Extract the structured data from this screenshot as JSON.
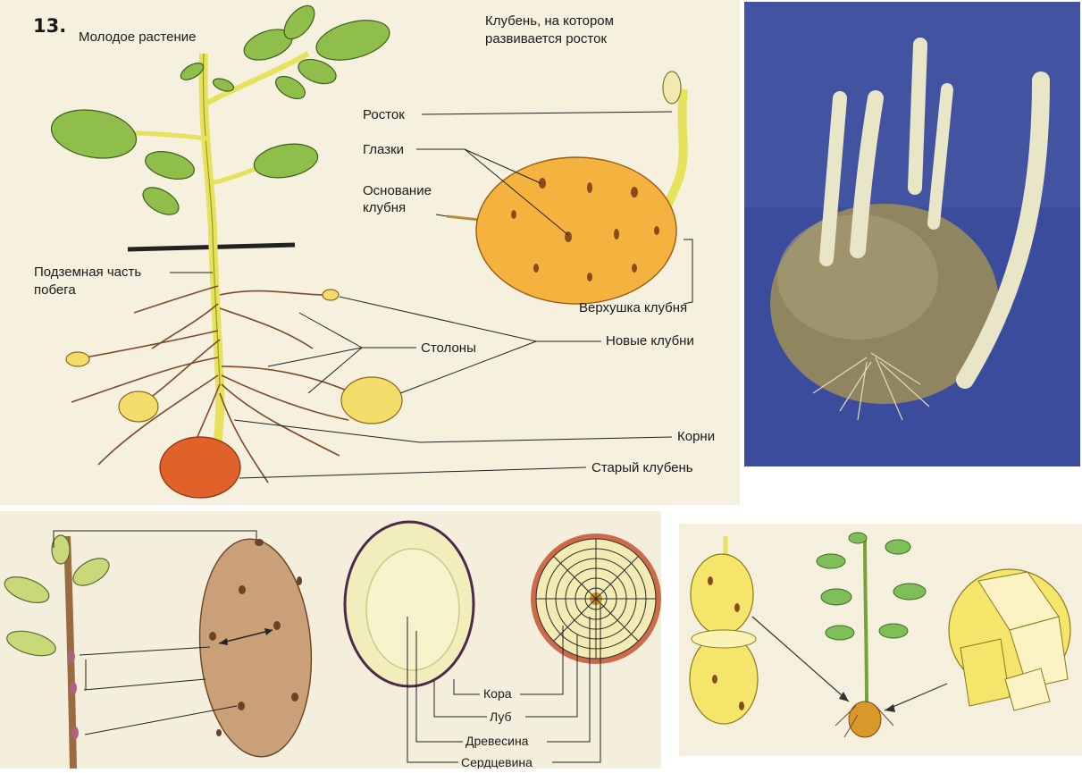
{
  "figure_number": "13.",
  "panel_plant": {
    "title": "Молодое растение",
    "labels": {
      "underground": "Подземная часть побега",
      "stolons": "Столоны",
      "new_tubers": "Новые клубни",
      "roots": "Корни",
      "old_tuber": "Старый клубень"
    }
  },
  "panel_tuber": {
    "title": "Клубень, на котором развивается росток",
    "labels": {
      "sprout": "Росток",
      "eyes": "Глазки",
      "base": "Основание клубня",
      "apex": "Верхушка клубня"
    }
  },
  "panel_cross_section": {
    "labels": [
      "Кора",
      "Луб",
      "Древесина",
      "Сердцевина"
    ]
  },
  "colors": {
    "background_panel": "#f7f1e1",
    "photo_bg": "#3d4fa0",
    "tuber_yellow": "#f2b23c",
    "old_tuber": "#e0622a",
    "leaf_green": "#8fbf4a",
    "stem_yellow": "#e9e45a"
  }
}
